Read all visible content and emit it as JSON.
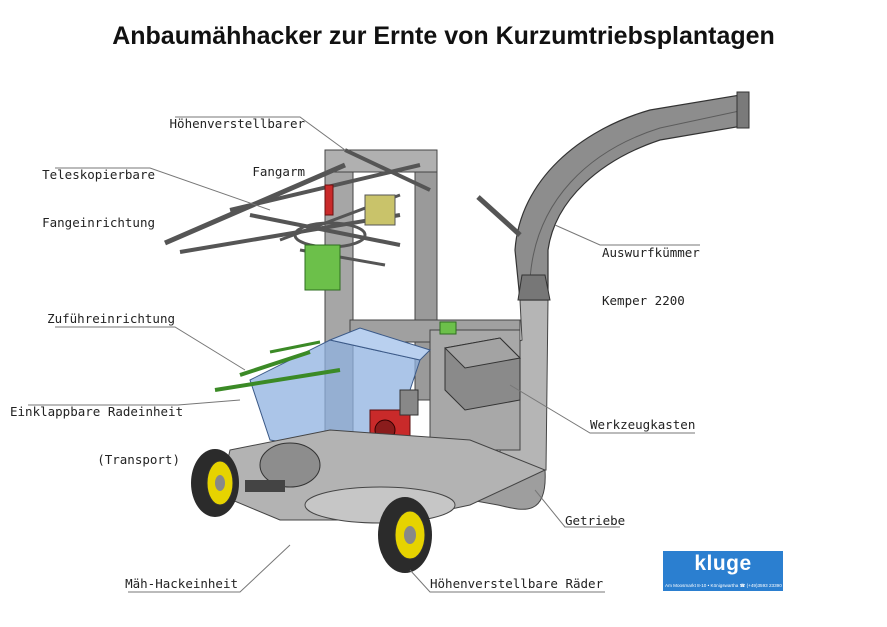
{
  "title": "Anbaumähhacker zur Ernte von Kurzumtriebsplantagen",
  "labels": {
    "fangarm_line1": "Höhenverstellbarer",
    "fangarm_line2": "Fangarm",
    "fangeinrichtung_line1": "Teleskopierbare",
    "fangeinrichtung_line2": "Fangeinrichtung",
    "auswurf_line1": "Auswurfkümmer",
    "auswurf_line2": "Kemper 2200",
    "zufuehr": "Zuführeinrichtung",
    "radeinheit_line1": "Einklappbare Radeinheit",
    "radeinheit_line2": "(Transport)",
    "werkzeugkasten": "Werkzeugkasten",
    "getriebe": "Getriebe",
    "haeckeinheit": "Mäh-Hackeinheit",
    "raeder": "Höhenverstellbare Räder"
  },
  "logo": {
    "word": "kluge",
    "subline": "Am Moosmarkt 8-10 • Königswartha ☎ (+49)3593 23390"
  },
  "colors": {
    "frame": "#9a9a9a",
    "frame_dark": "#6e6e6e",
    "hopper_blue": "#8fb2e0",
    "green_part": "#6cc04a",
    "red_motor": "#c92a2a",
    "tire": "#2b2b2b",
    "rim": "#e6d300",
    "logo_blue": "#2b7fd0"
  }
}
